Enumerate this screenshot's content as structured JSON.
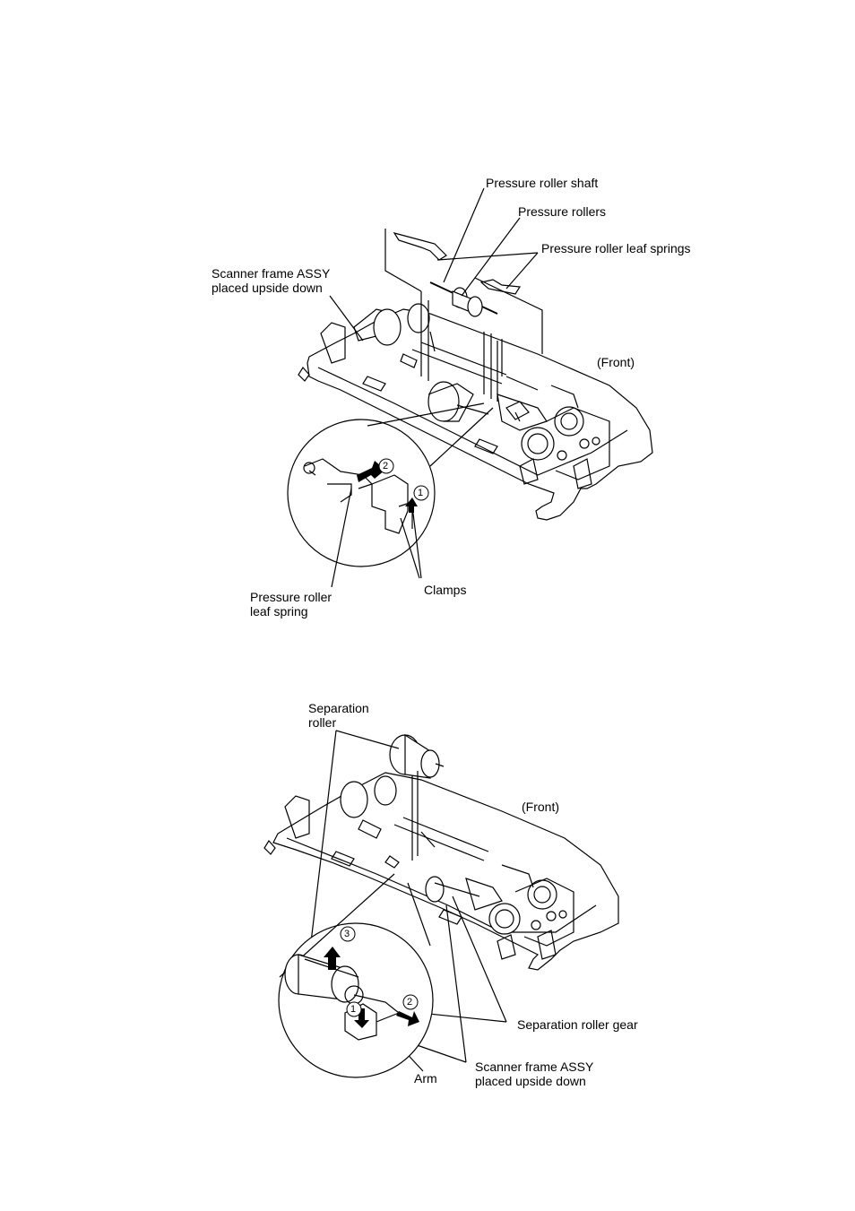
{
  "figure_top": {
    "labels": {
      "pressure_roller_shaft": "Pressure roller shaft",
      "pressure_rollers": "Pressure rollers",
      "pressure_roller_leaf_springs": "Pressure roller leaf springs",
      "scanner_frame": "Scanner frame ASSY\nplaced upside down",
      "front": "(Front)",
      "pressure_roller_leaf_spring": "Pressure roller\nleaf spring",
      "clamps": "Clamps"
    },
    "steps": [
      "1",
      "2"
    ]
  },
  "figure_bottom": {
    "labels": {
      "separation_roller": "Separation\nroller",
      "front": "(Front)",
      "separation_roller_gear": "Separation roller gear",
      "arm": "Arm",
      "scanner_frame": "Scanner frame ASSY\nplaced upside down"
    },
    "steps": [
      "1",
      "2",
      "3"
    ]
  }
}
